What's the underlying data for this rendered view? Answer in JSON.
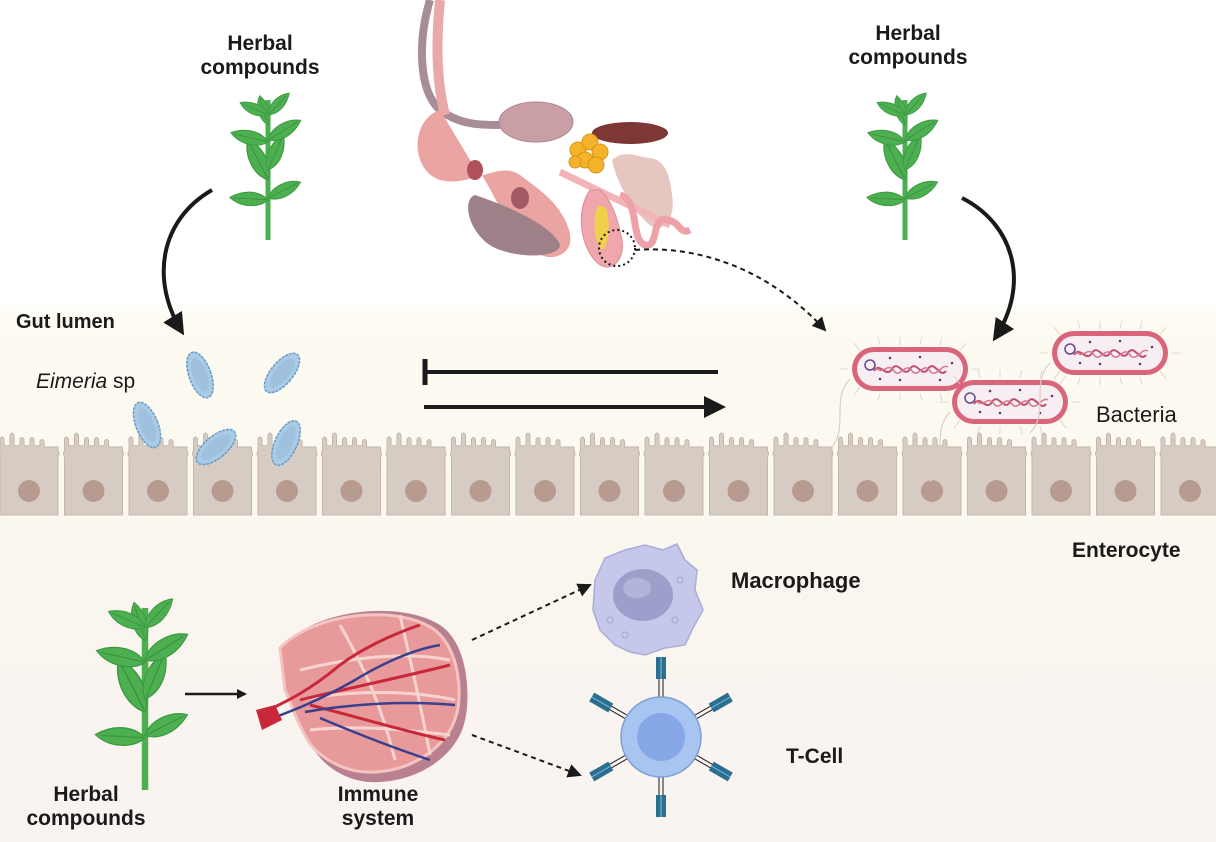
{
  "figure": {
    "title": "Herbal compounds effects on gut, microbiota and immune system"
  },
  "labels": {
    "herbal_top_left": [
      "Herbal",
      "compounds"
    ],
    "herbal_top_right": [
      "Herbal",
      "compounds"
    ],
    "herbal_bottom_left": [
      "Herbal",
      "compounds"
    ],
    "gut_lumen": "Gut lumen",
    "eimeria_italic": "Eimeria",
    "eimeria_suffix": " sp",
    "bacteria": "Bacteria",
    "enterocyte": "Enterocyte",
    "macrophage": "Macrophage",
    "t_cell": "T-Cell",
    "immune_system": [
      "Immune",
      "system"
    ]
  },
  "relations": [
    {
      "from": "herbal-compounds-top-left",
      "to": "eimeria",
      "type": "solid-curved-arrow"
    },
    {
      "from": "herbal-compounds-top-right",
      "to": "bacteria",
      "type": "solid-curved-arrow"
    },
    {
      "from": "digestive-tract",
      "to": "bacteria",
      "type": "dashed-arrow"
    },
    {
      "from": "bacteria",
      "to": "eimeria",
      "type": "inhibition"
    },
    {
      "from": "eimeria",
      "to": "bacteria",
      "type": "solid-arrow"
    },
    {
      "from": "herbal-compounds-bottom-left",
      "to": "immune-system",
      "type": "solid-arrow"
    },
    {
      "from": "immune-system",
      "to": "macrophage",
      "type": "dashed-arrow"
    },
    {
      "from": "immune-system",
      "to": "t-cell",
      "type": "dashed-arrow"
    }
  ],
  "colors": {
    "leaf": "#4caf50",
    "leaf_dark": "#2f8a36",
    "enterocyte": "#d7ccc4",
    "enterocyte_nucleus": "#b79b90",
    "eimeria": "#a9cbe6",
    "bacteria_wall": "#d8657a",
    "macrophage": "#c5c8ea",
    "tcell": "#a8c4f0",
    "receptor": "#2a6f8f",
    "arrow": "#1a1a1a"
  }
}
